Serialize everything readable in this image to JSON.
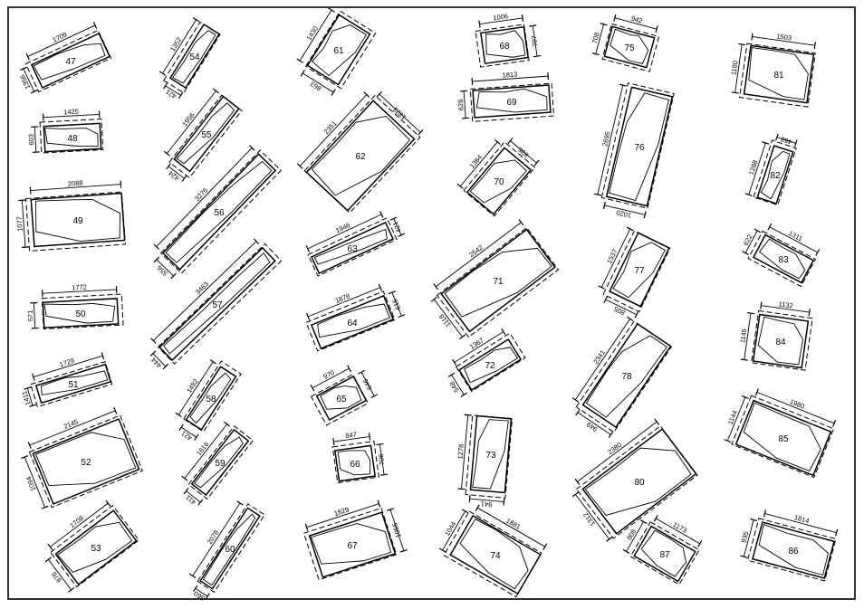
{
  "panels": [
    {
      "id": "47",
      "dim_long": "1709",
      "dim_short": "1356"
    },
    {
      "id": "48",
      "dim_long": "1425",
      "dim_short": "603"
    },
    {
      "id": "49",
      "dim_long": "2088",
      "dim_short": "1077"
    },
    {
      "id": "50",
      "dim_long": "1772",
      "dim_short": "571"
    },
    {
      "id": "51",
      "dim_long": "1729",
      "dim_short": "1411"
    },
    {
      "id": "52",
      "dim_long": "2145",
      "dim_short": "1094"
    },
    {
      "id": "53",
      "dim_long": "1708",
      "dim_short": "878"
    },
    {
      "id": "54",
      "dim_long": "1352",
      "dim_short": "421"
    },
    {
      "id": "55",
      "dim_long": "1956",
      "dim_short": "424"
    },
    {
      "id": "56",
      "dim_long": "3276",
      "dim_short": "556"
    },
    {
      "id": "57",
      "dim_long": "3463",
      "dim_short": "444"
    },
    {
      "id": "58",
      "dim_long": "1492",
      "dim_short": "421"
    },
    {
      "id": "59",
      "dim_long": "1616",
      "dim_short": "411"
    },
    {
      "id": "60",
      "dim_long": "2078",
      "dim_short": "360"
    },
    {
      "id": "61",
      "dim_long": "1430",
      "dim_short": "863"
    },
    {
      "id": "62",
      "dim_long": "2351",
      "dim_short": "1323"
    },
    {
      "id": "63",
      "dim_long": "1946",
      "dim_short": "421"
    },
    {
      "id": "64",
      "dim_long": "1876",
      "dim_short": "615"
    },
    {
      "id": "65",
      "dim_long": "970",
      "dim_short": "646"
    },
    {
      "id": "66",
      "dim_long": "847",
      "dim_short": "706"
    },
    {
      "id": "67",
      "dim_long": "1829",
      "dim_short": "1055"
    },
    {
      "id": "68",
      "dim_long": "1006",
      "dim_short": "707"
    },
    {
      "id": "69",
      "dim_long": "1813",
      "dim_short": "626"
    },
    {
      "id": "70",
      "dim_long": "1384",
      "dim_short": "835"
    },
    {
      "id": "71",
      "dim_long": "2542",
      "dim_short": "1118"
    },
    {
      "id": "72",
      "dim_long": "1367",
      "dim_short": "548"
    },
    {
      "id": "73",
      "dim_long": "1278",
      "dim_short": "941"
    },
    {
      "id": "74",
      "dim_long": "1881",
      "dim_short": "1044"
    },
    {
      "id": "75",
      "dim_long": "942",
      "dim_short": "708"
    },
    {
      "id": "76",
      "dim_long": "2695",
      "dim_short": "1020"
    },
    {
      "id": "77",
      "dim_long": "1537",
      "dim_short": "805"
    },
    {
      "id": "78",
      "dim_long": "2341",
      "dim_short": "949"
    },
    {
      "id": "80",
      "dim_long": "2380",
      "dim_short": "1312"
    },
    {
      "id": "81",
      "dim_long": "1503",
      "dim_short": "1180"
    },
    {
      "id": "82",
      "dim_long": "1288",
      "dim_short": "468"
    },
    {
      "id": "83",
      "dim_long": "1311",
      "dim_short": "622"
    },
    {
      "id": "84",
      "dim_long": "1132",
      "dim_short": "1145"
    },
    {
      "id": "85",
      "dim_long": "1980",
      "dim_short": "1144"
    },
    {
      "id": "86",
      "dim_long": "1814",
      "dim_short": "935"
    },
    {
      "id": "87",
      "dim_long": "1173",
      "dim_short": "808"
    }
  ]
}
